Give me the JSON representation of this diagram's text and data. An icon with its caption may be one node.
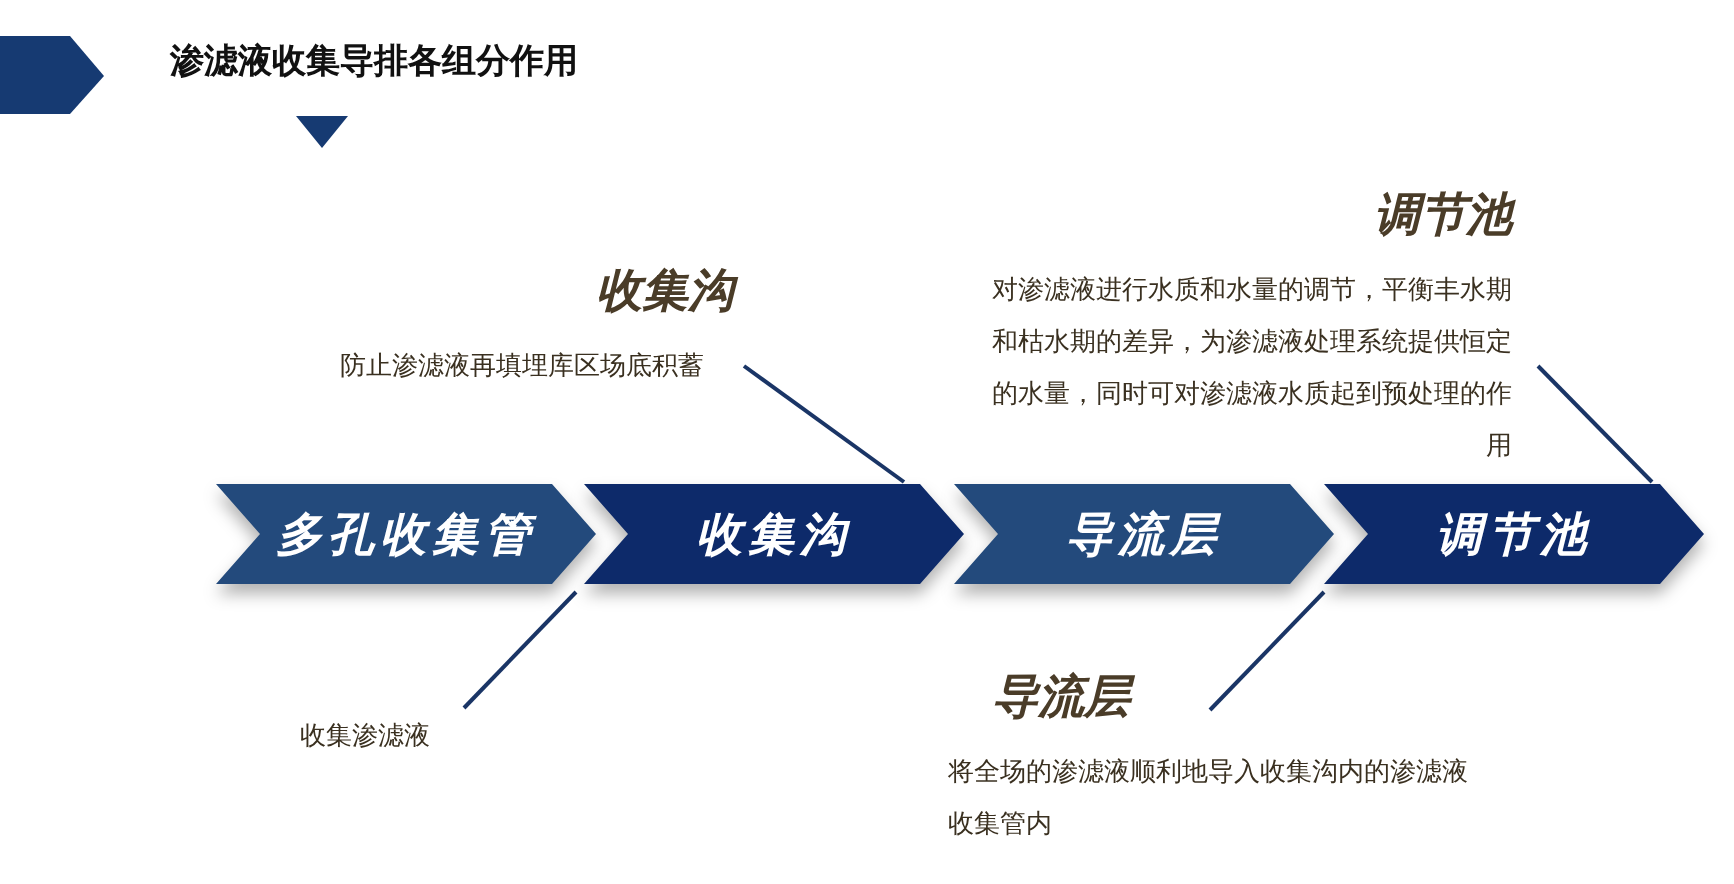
{
  "diagram": {
    "title": "渗滤液收集导排各组分作用",
    "nodes": [
      {
        "text": [
          "多孔收集管"
        ]
      },
      {
        "text": [
          "收集沟"
        ]
      },
      {
        "text": [
          "导流层"
        ]
      },
      {
        "text": [
          "调节池"
        ]
      },
      {
        "text": [
          "收集沟",
          "防止渗滤液再填埋库区场底积蓄"
        ]
      },
      {
        "text": [
          "调节池",
          "对渗滤液进行水质和水量的调节，平衡丰水期和枯水期的差异，为渗滤液处理系统提供恒定的水量，同时可对渗滤液水质起到预处理的作用"
        ]
      },
      {
        "text": [
          "收集渗滤液"
        ]
      },
      {
        "text": [
          "导流层",
          "将全场的渗滤液顺利地导入收集沟内的渗滤液收集管内"
        ]
      }
    ],
    "edges": [
      {
        "from": 4,
        "to": 1,
        "arrow": "none"
      },
      {
        "from": 5,
        "to": 3,
        "arrow": "none"
      },
      {
        "from": 6,
        "to": 0,
        "arrow": "none"
      },
      {
        "from": 7,
        "to": 3,
        "arrow": "none"
      }
    ]
  }
}
